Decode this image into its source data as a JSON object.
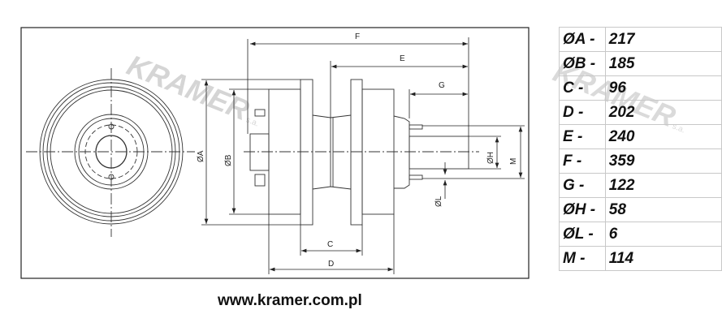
{
  "watermark": {
    "text": "KRAMER",
    "suffix": "s.a."
  },
  "labels": {
    "F": "F",
    "E": "E",
    "G": "G",
    "A": "ØA",
    "B": "ØB",
    "C": "C",
    "D": "D",
    "H": "ØH",
    "L": "ØL",
    "M": "M"
  },
  "dimensions": [
    {
      "key": "ØA -",
      "value": "217"
    },
    {
      "key": "ØB -",
      "value": "185"
    },
    {
      "key": "C -",
      "value": "96"
    },
    {
      "key": "D -",
      "value": "202"
    },
    {
      "key": "E -",
      "value": "240"
    },
    {
      "key": "F -",
      "value": "359"
    },
    {
      "key": "G -",
      "value": "122"
    },
    {
      "key": "ØH -",
      "value": "58"
    },
    {
      "key": "ØL -",
      "value": "6"
    },
    {
      "key": "M -",
      "value": "114"
    }
  ],
  "website": "www.kramer.com.pl"
}
